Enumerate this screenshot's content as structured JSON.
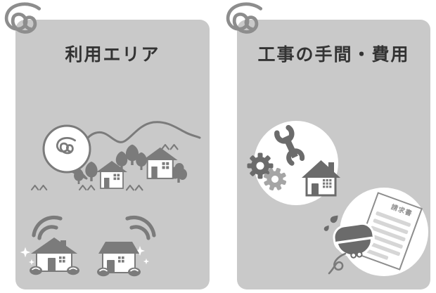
{
  "colors": {
    "page_bg": "#ffffff",
    "panel_bg": "#c9c9c9",
    "ink_dark": "#6b6b6b",
    "ink_mid": "#7b7b7b",
    "ink_light": "#a5a5a5",
    "coil": "#8d8d8d",
    "title": "#333333",
    "doc_line": "#d6d6d6",
    "doc_label": "#8f8f8f"
  },
  "left_panel": {
    "title": "利用エリア",
    "icons": [
      "coil-cable-icon",
      "speech-bubble-icon",
      "hills-line",
      "tree-icon",
      "house-icon",
      "birds-icon",
      "wifi-signal-icon",
      "sparkle-icon",
      "bush-icon"
    ]
  },
  "right_panel": {
    "title": "工事の手間・費用",
    "invoice": {
      "label": "請求書"
    },
    "icons": [
      "coil-cable-icon",
      "wrench-icon",
      "gear-icon",
      "house-icon",
      "invoice-icon",
      "coin-purse-icon",
      "sweat-drops-icon",
      "spring-icon"
    ]
  }
}
